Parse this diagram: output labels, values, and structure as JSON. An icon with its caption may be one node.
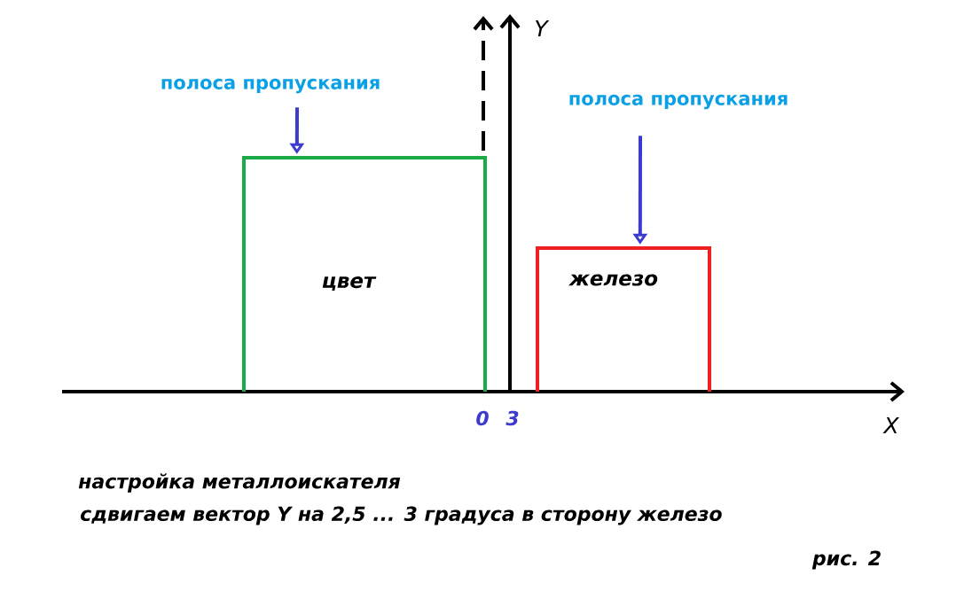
{
  "diagram": {
    "nodes": [
      {
        "text": [
          "полоса пропускания"
        ]
      },
      {
        "text": [
          "цвет"
        ]
      },
      {
        "text": [
          "полоса пропускания"
        ]
      },
      {
        "text": [
          "железо"
        ]
      }
    ],
    "edges": [
      {
        "from": 0,
        "to": 1,
        "arrow": "to"
      },
      {
        "from": 2,
        "to": 3,
        "arrow": "to"
      }
    ],
    "labels": [
      "Y",
      "X",
      "0",
      "3",
      "настройка металлоискателя",
      "сдвигаем вектор Y на 2,5 ... 3 градуса в сторону железо",
      "рис. 2"
    ]
  }
}
